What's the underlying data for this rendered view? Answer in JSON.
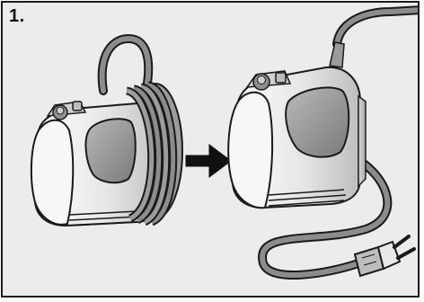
{
  "step": {
    "label": "1."
  },
  "illustration": {
    "left_item": "hand-mixer-with-cord-wrapped",
    "arrow": "arrow-right-icon",
    "right_item": "hand-mixer-with-cord-unwrapped-and-plug",
    "colors": {
      "background": "#ececec",
      "outline": "#1a1a1a",
      "body_light": "#f7f7f7",
      "body_shade": "#c8c8c8",
      "grip_dark": "#9a9a9a",
      "cord": "#8c8c8c"
    }
  }
}
